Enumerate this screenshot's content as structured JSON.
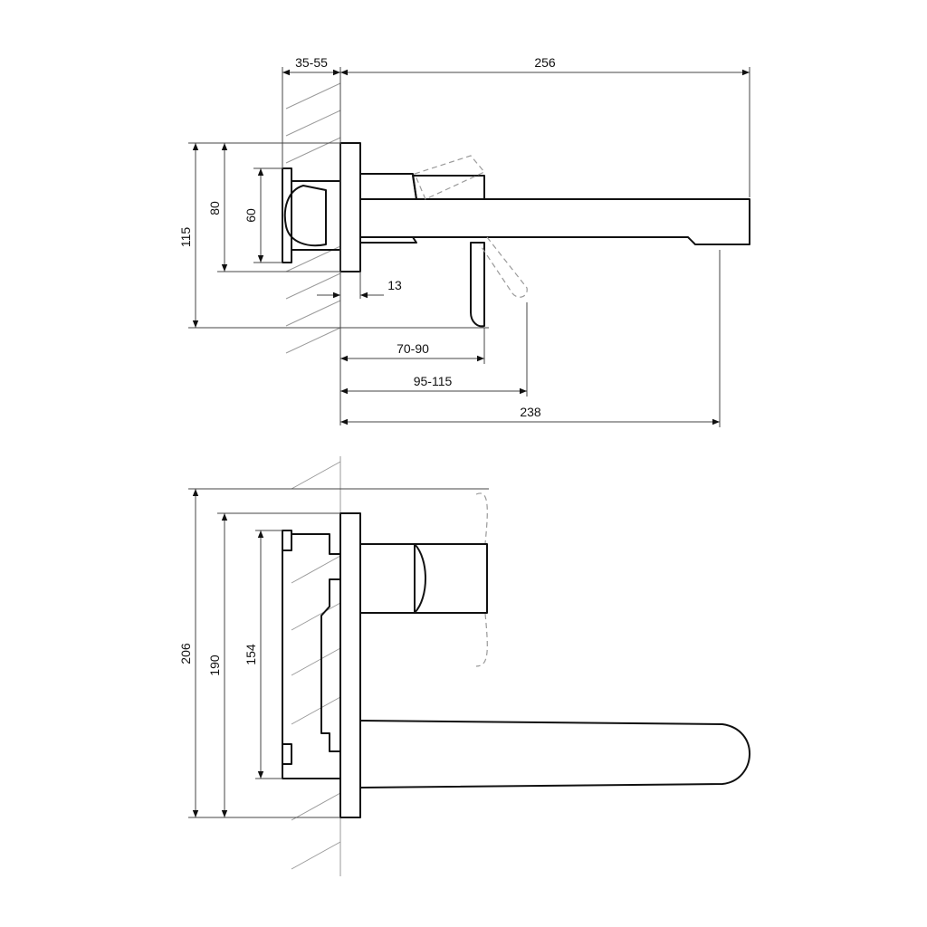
{
  "side_view": {
    "dims": {
      "wall_range": "35-55",
      "overall_length": "256",
      "height_outer": "115",
      "height_mid": "80",
      "height_inner": "60",
      "plate_thickness": "13",
      "lever_reach_1": "70-90",
      "lever_reach_2": "95-115",
      "spout_reach": "238"
    }
  },
  "front_view": {
    "dims": {
      "height_outer": "206",
      "height_mid": "190",
      "height_inner": "154"
    }
  }
}
